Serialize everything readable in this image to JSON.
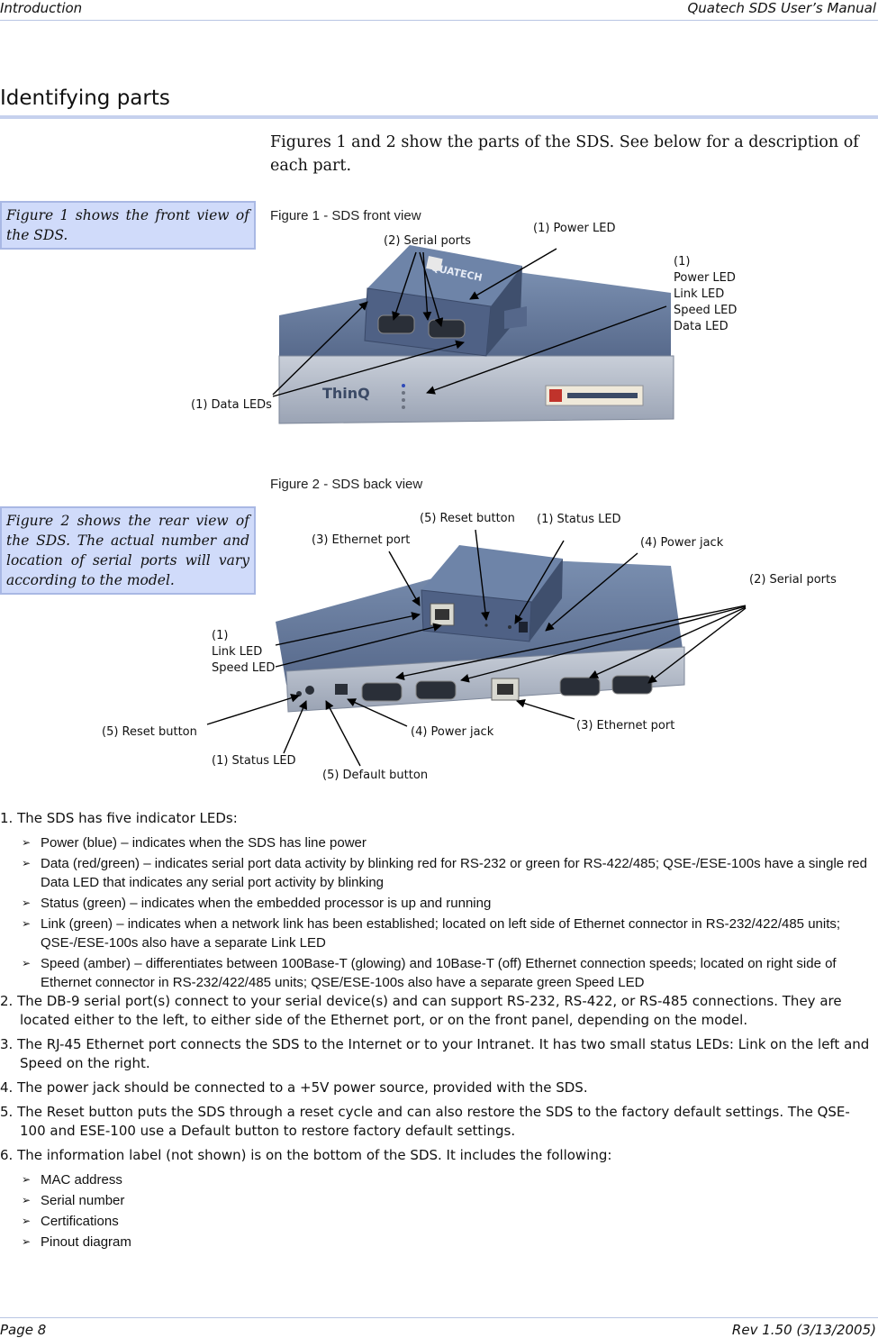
{
  "header": {
    "left": "Introduction",
    "right": "Quatech SDS User’s Manual"
  },
  "footer": {
    "left": "Page 8",
    "right": "Rev 1.50 (3/13/2005)"
  },
  "section_title": "Identifying parts",
  "intro": "Figures 1 and 2 show the parts of the SDS. See below for a description of each part.",
  "note1": "Figure 1 shows the front view of the SDS.",
  "note2": "Figure 2 shows the rear view of the SDS. The actual number and location of serial ports will vary according to the model.",
  "fig1": {
    "caption": "Figure 1 - SDS front view",
    "serial_ports": "(2) Serial ports",
    "power_led": "(1) Power LED",
    "leds_group": [
      "(1)",
      "Power LED",
      "Link LED",
      "Speed LED",
      "Data LED"
    ],
    "data_leds": "(1) Data LEDs"
  },
  "fig2": {
    "caption": "Figure 2 - SDS back view",
    "reset_button_top": "(5) Reset button",
    "status_led_top": "(1) Status LED",
    "ethernet_port_top": "(3) Ethernet port",
    "power_jack_top": "(4) Power jack",
    "serial_ports": "(2) Serial ports",
    "link_speed": [
      "(1)",
      "Link LED",
      "Speed LED"
    ],
    "reset_button_bottom": "(5) Reset button",
    "power_jack_bottom": "(4) Power jack",
    "ethernet_port_bottom": "(3) Ethernet port",
    "status_led_bottom": "(1) Status LED",
    "default_button": "(5) Default button"
  },
  "list": {
    "item1": "1. The SDS has five indicator LEDs:",
    "item1_bullets": [
      "Power (blue) – indicates when the SDS has line power",
      "Data (red/green) – indicates serial port data activity by blinking red for RS-232 or green for RS-422/485; QSE-/ESE-100s have a single red Data LED that indicates any serial port activity by blinking",
      "Status (green) – indicates when the embedded processor is up and running",
      "Link (green) – indicates when a network link has been established; located on left side of Ethernet connector in RS-232/422/485 units; QSE-/ESE-100s also have a separate Link LED",
      "Speed (amber) – differentiates between 100Base-T (glowing) and 10Base-T (off) Ethernet connection speeds; located on right side of Ethernet connector in RS-232/422/485 units; QSE/ESE-100s also have a separate green Speed LED"
    ],
    "item2": "2. The DB-9 serial port(s) connect to your serial device(s) and can support RS-232, RS-422, or RS-485 connections. They are located either to the left, to either side of the Ethernet port, or on the front panel, depending on the model.",
    "item3": "3. The RJ-45 Ethernet port connects the SDS to the Internet or to your Intranet. It has two small status LEDs: Link on the left and Speed on the right.",
    "item4": "4. The power jack should be connected to a +5V power source, provided with the SDS.",
    "item5": "5. The Reset button puts the SDS through a reset cycle and can also restore the SDS to the factory default settings. The QSE-100 and ESE-100 use a Default button to restore factory default settings.",
    "item6": "6. The information label (not shown) is on the bottom of the SDS. It includes the following:",
    "item6_bullets": [
      "MAC address",
      "Serial number",
      "Certifications",
      "Pinout diagram"
    ]
  },
  "colors": {
    "device_body": "#5b6f8e",
    "device_dark": "#2f3c52",
    "rule": "#c6d1ee",
    "note_bg": "#d0dbfa"
  }
}
